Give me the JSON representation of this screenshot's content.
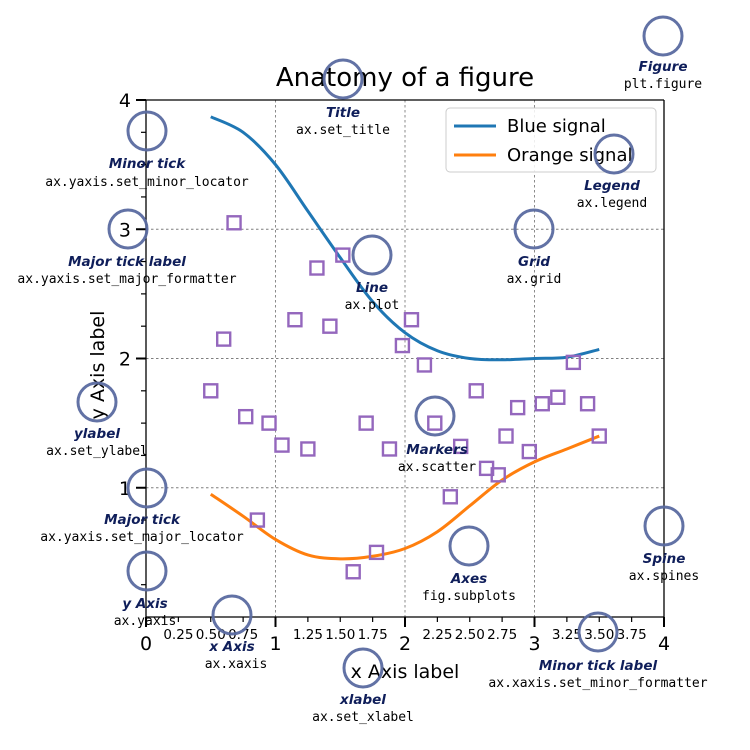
{
  "chart_data": {
    "type": "line",
    "title": "Anatomy of a figure",
    "xlabel": "x Axis label",
    "ylabel": "y Axis label",
    "xlim": [
      0,
      4
    ],
    "ylim": [
      0,
      4
    ],
    "grid": true,
    "legend_position": "top-right",
    "x_major_ticks": [
      0,
      1,
      2,
      3,
      4
    ],
    "x_major_tick_labels": [
      "0",
      "1",
      "2",
      "3",
      "4"
    ],
    "y_major_ticks": [
      1,
      2,
      3,
      4
    ],
    "y_major_tick_labels": [
      "1",
      "2",
      "3",
      "4"
    ],
    "x_minor_tick_labels": [
      "0.25",
      "0.50",
      "0.75",
      "1.25",
      "1.50",
      "1.75",
      "2.25",
      "2.50",
      "2.75",
      "3.25",
      "3.50",
      "3.75"
    ],
    "x_minor_ticks": [
      0.25,
      0.5,
      0.75,
      1.25,
      1.5,
      1.75,
      2.25,
      2.5,
      2.75,
      3.25,
      3.5,
      3.75
    ],
    "y_minor_ticks": [
      0.25,
      0.5,
      0.75,
      1.25,
      1.5,
      1.75,
      2.25,
      2.5,
      2.75,
      3.25,
      3.5,
      3.75
    ],
    "series": [
      {
        "name": "Blue signal",
        "color": "#1f77b4",
        "x": [
          0.5,
          0.75,
          1.0,
          1.25,
          1.5,
          1.75,
          2.0,
          2.25,
          2.5,
          2.75,
          3.0,
          3.25,
          3.5
        ],
        "y": [
          3.87,
          3.75,
          3.5,
          3.14,
          2.78,
          2.44,
          2.2,
          2.06,
          2.0,
          1.99,
          2.0,
          2.01,
          2.07
        ]
      },
      {
        "name": "Orange signal",
        "color": "#ff7f0e",
        "x": [
          0.5,
          0.75,
          1.0,
          1.25,
          1.5,
          1.75,
          2.0,
          2.25,
          2.5,
          2.75,
          3.0,
          3.25,
          3.5
        ],
        "y": [
          0.95,
          0.78,
          0.6,
          0.48,
          0.45,
          0.47,
          0.53,
          0.66,
          0.86,
          1.06,
          1.2,
          1.3,
          1.4
        ]
      }
    ],
    "markers": {
      "color": "#9467bd",
      "points": [
        [
          0.5,
          1.75
        ],
        [
          0.6,
          2.15
        ],
        [
          0.68,
          3.05
        ],
        [
          0.77,
          1.55
        ],
        [
          0.86,
          0.75
        ],
        [
          0.95,
          1.5
        ],
        [
          1.05,
          1.33
        ],
        [
          1.15,
          2.3
        ],
        [
          1.25,
          1.3
        ],
        [
          1.32,
          2.7
        ],
        [
          1.42,
          2.25
        ],
        [
          1.52,
          2.8
        ],
        [
          1.6,
          0.35
        ],
        [
          1.7,
          1.5
        ],
        [
          1.78,
          0.5
        ],
        [
          1.88,
          1.3
        ],
        [
          1.98,
          2.1
        ],
        [
          2.05,
          2.3
        ],
        [
          2.15,
          1.95
        ],
        [
          2.23,
          1.5
        ],
        [
          2.35,
          0.93
        ],
        [
          2.43,
          1.32
        ],
        [
          2.55,
          1.75
        ],
        [
          2.63,
          1.15
        ],
        [
          2.72,
          1.1
        ],
        [
          2.78,
          1.4
        ],
        [
          2.87,
          1.62
        ],
        [
          2.96,
          1.28
        ],
        [
          3.06,
          1.65
        ],
        [
          3.18,
          1.7
        ],
        [
          3.3,
          1.97
        ],
        [
          3.41,
          1.65
        ],
        [
          3.5,
          1.4
        ]
      ]
    }
  },
  "annotations": [
    {
      "id": "title",
      "label": "Title",
      "code": "ax.set_title"
    },
    {
      "id": "figure",
      "label": "Figure",
      "code": "plt.figure"
    },
    {
      "id": "minor-tick",
      "label": "Minor tick",
      "code": "ax.yaxis.set_minor_locator"
    },
    {
      "id": "legend",
      "label": "Legend",
      "code": "ax.legend"
    },
    {
      "id": "major-tick-label",
      "label": "Major tick label",
      "code": "ax.yaxis.set_major_formatter"
    },
    {
      "id": "grid",
      "label": "Grid",
      "code": "ax.grid"
    },
    {
      "id": "line",
      "label": "Line",
      "code": "ax.plot"
    },
    {
      "id": "ylabel",
      "label": "ylabel",
      "code": "ax.set_ylabel"
    },
    {
      "id": "markers",
      "label": "Markers",
      "code": "ax.scatter"
    },
    {
      "id": "major-tick",
      "label": "Major tick",
      "code": "ax.yaxis.set_major_locator"
    },
    {
      "id": "spine",
      "label": "Spine",
      "code": "ax.spines"
    },
    {
      "id": "axes",
      "label": "Axes",
      "code": "fig.subplots"
    },
    {
      "id": "y-axis",
      "label": "y Axis",
      "code": "ax.yaxis"
    },
    {
      "id": "x-axis",
      "label": "x Axis",
      "code": "ax.xaxis"
    },
    {
      "id": "minor-tick-label",
      "label": "Minor tick label",
      "code": "ax.xaxis.set_minor_formatter"
    },
    {
      "id": "xlabel",
      "label": "xlabel",
      "code": "ax.set_xlabel"
    }
  ],
  "colors": {
    "annotation_circle": "#5a6aa0",
    "annotation_text": "#0f1e5a",
    "grid": "#7f7f7f"
  }
}
